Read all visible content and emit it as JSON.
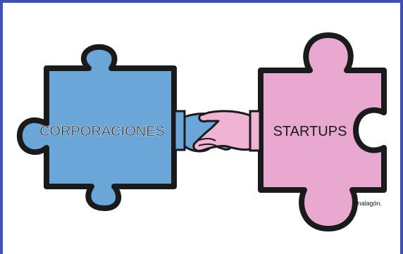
{
  "illustration": {
    "left_label": "CORPORACIONES",
    "right_label": "STARTUPS",
    "signature": "malagón.",
    "colors": {
      "frame": "#3f4fb8",
      "background": "#ffffff",
      "corporaciones_piece": "#6aa6d8",
      "startups_piece": "#e9a8cf",
      "outline": "#1a1a1a",
      "blue_hand": "#6aa6d8",
      "pink_hand": "#f0b3d3"
    }
  }
}
